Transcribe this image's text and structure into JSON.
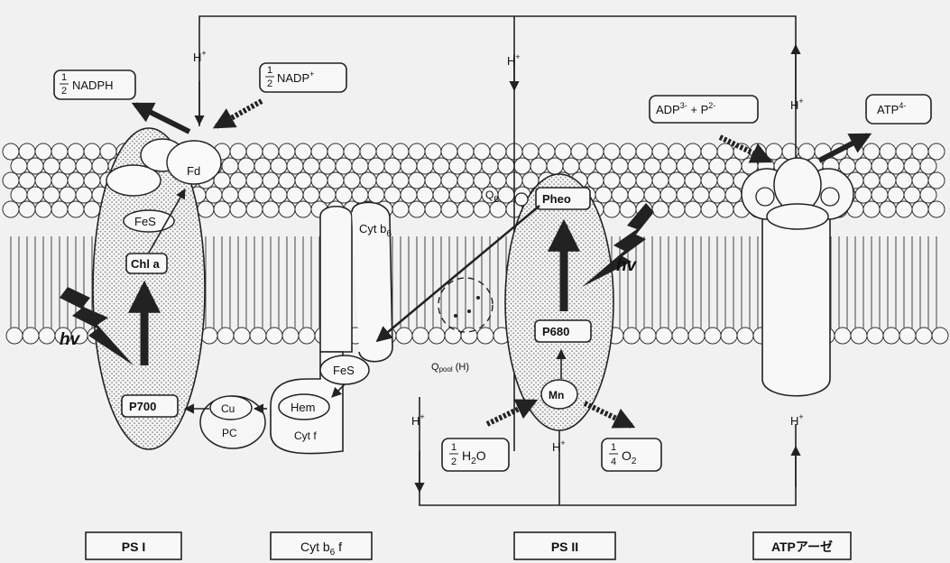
{
  "hplus": "H",
  "plus_sup": "+",
  "frac": {
    "one": "1",
    "two": "2",
    "four": "4"
  },
  "nadph": "NADPH",
  "nadp": "NADP",
  "adp": {
    "base": "ADP",
    "sup1": "3-",
    "mid": " + P",
    "sup2": "2-"
  },
  "atp": {
    "base": "ATP",
    "sup": "4-"
  },
  "h2o": {
    "h": "H",
    "sub": "2",
    "o": "O"
  },
  "o2": {
    "o": "O",
    "sub": "2"
  },
  "components": {
    "fd": "Fd",
    "fes1": "FeS",
    "chla": "Chl a",
    "p700": "P700",
    "cu": "Cu",
    "pc": "PC",
    "hem": "Hem",
    "fes2": "FeS",
    "cytb6": "Cyt b",
    "cytb6_sub": "6",
    "cytf": "Cyt f",
    "pheo": "Pheo",
    "qb": "Q",
    "qb_sub": "B",
    "p680": "P680",
    "mn": "Mn",
    "qpool": "Q",
    "qpool_sub": "pool",
    "qpool_tail": " (H)",
    "hv": "hv"
  },
  "labels": {
    "ps1": "PS I",
    "cytb6f": "Cyt b",
    "cytb6f_sub": "6",
    "cytb6f_tail": " f",
    "ps2": "PS II",
    "atpase": "ATPアーゼ"
  },
  "colors": {
    "background": "#f1f1f1",
    "ink": "#222222",
    "stipple": "#9a9a9a"
  }
}
